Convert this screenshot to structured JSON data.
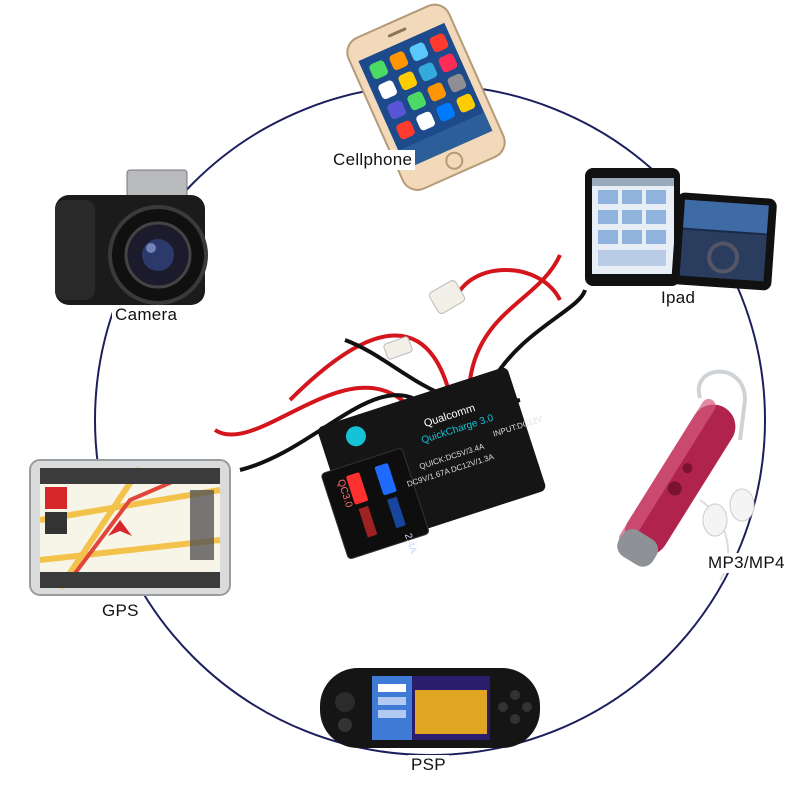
{
  "colors": {
    "ring": "#1c1f5e",
    "background": "#ffffff",
    "wire_red": "#d4151c",
    "wire_black": "#111111"
  },
  "devices": {
    "cellphone": {
      "label": "Cellphone",
      "icon": "smartphone-icon"
    },
    "ipad": {
      "label": "Ipad",
      "icon": "tablet-icon"
    },
    "mp3": {
      "label": "MP3/MP4",
      "icon": "media-player-icon"
    },
    "psp": {
      "label": "PSP",
      "icon": "handheld-console-icon"
    },
    "gps": {
      "label": "GPS",
      "icon": "gps-navigator-icon"
    },
    "camera": {
      "label": "Camera",
      "icon": "camera-icon"
    }
  },
  "charger": {
    "brand": "Qualcomm",
    "subbrand": "QuickCharge 3.0",
    "port_left": "QC3.0",
    "port_right": "2.4A",
    "spec_1": "QUICK:DC5V/3.4A",
    "spec_2": "DC9V/1.67A DC12V/1.3A",
    "spec_3": "INPUT:DC12V"
  }
}
